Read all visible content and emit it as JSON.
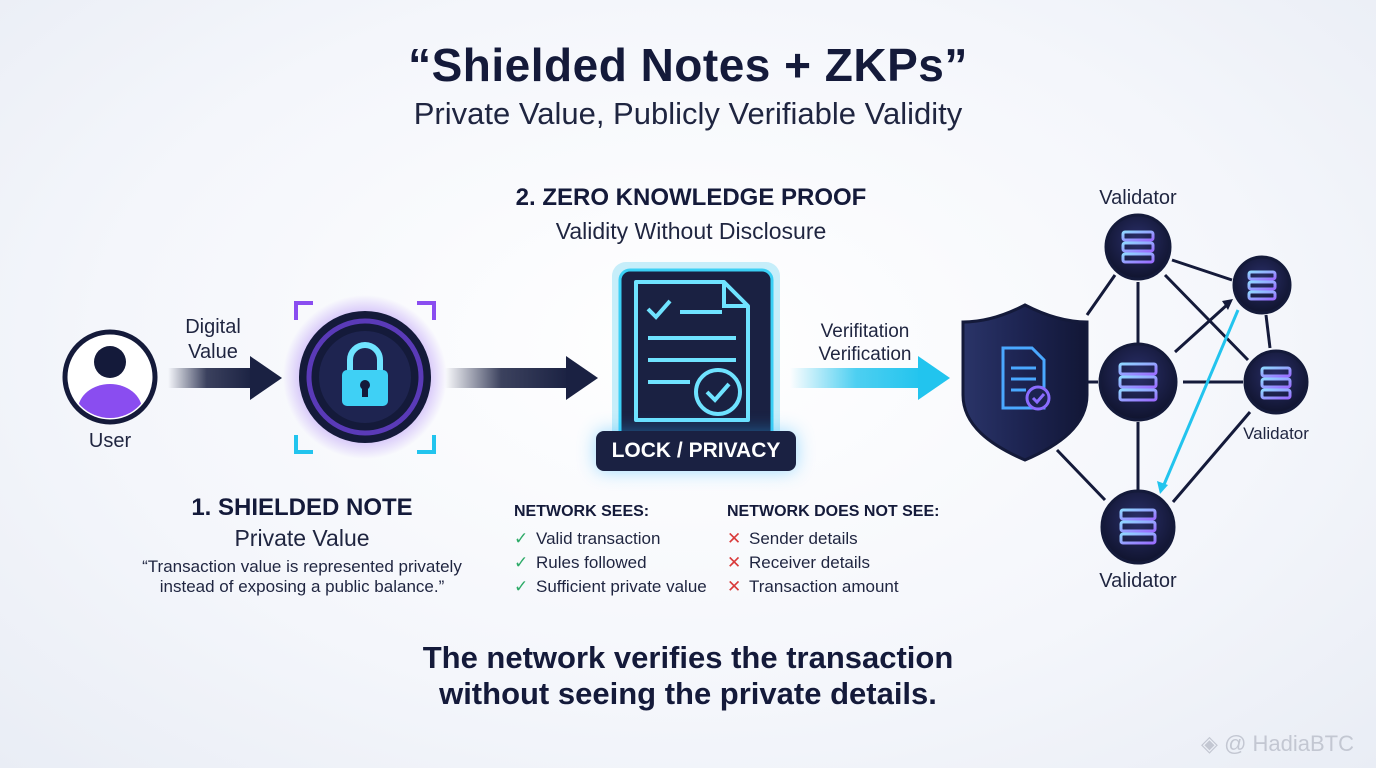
{
  "title": "“Shielded Notes + ZKPs”",
  "subtitle": "Private Value, Publicly Verifiable Validity",
  "user": {
    "label": "User"
  },
  "digital_value": {
    "line1": "Digital",
    "line2": "Value"
  },
  "shielded_note": {
    "heading": "1. SHIELDED NOTE",
    "sub": "Private Value",
    "quote_line1": "“Transaction value is represented privately",
    "quote_line2": "instead of exposing a public balance.”"
  },
  "zkp": {
    "heading": "2. ZERO KNOWLEDGE PROOF",
    "sub": "Validity Without Disclosure",
    "badge": "LOCK / PRIVACY"
  },
  "verification": {
    "line1": "Verifitation",
    "line2": "Verification"
  },
  "network_sees": {
    "heading": "NETWORK SEES:",
    "items": [
      "Valid transaction",
      "Rules followed",
      "Sufficient private value"
    ]
  },
  "network_not_see": {
    "heading": "NETWORK DOES NOT SEE:",
    "items": [
      "Sender details",
      "Receiver details",
      "Transaction amount"
    ]
  },
  "validators": {
    "top": "Validator",
    "right": "Validator",
    "bottom": "Validator"
  },
  "bottom_line1": "The network verifies the transaction",
  "bottom_line2": "without seeing the private details.",
  "watermark": "@ HadiaBTC",
  "colors": {
    "navy": "#141a3a",
    "cyan": "#22c4ee",
    "purple": "#8a4df0",
    "green": "#2eab68",
    "red": "#d93a3a"
  },
  "icons": {
    "user": "user-avatar-icon",
    "lock": "padlock-icon",
    "document": "checklist-document-icon",
    "shield": "shield-document-icon",
    "node": "database-stack-icon"
  }
}
